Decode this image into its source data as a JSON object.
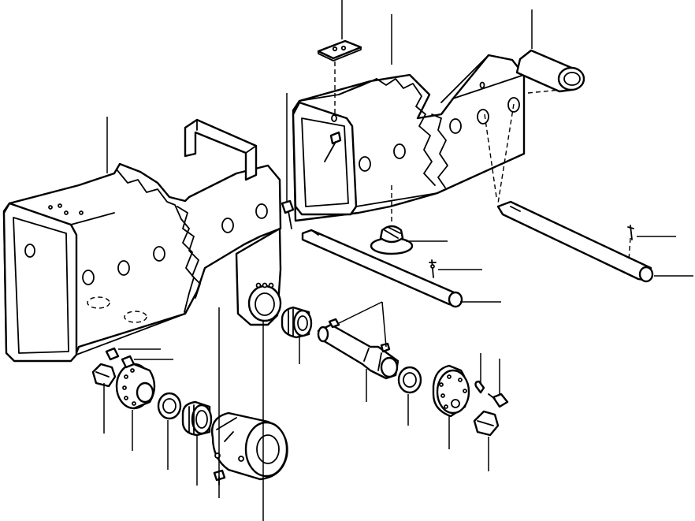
{
  "diagram": {
    "type": "exploded-parts-view",
    "line_color": "#000000",
    "background": "#ffffff",
    "parts": [
      {
        "id": "left-frame"
      },
      {
        "id": "right-frame"
      },
      {
        "id": "carry-handle"
      },
      {
        "id": "shim-plate"
      },
      {
        "id": "bushing-sleeve"
      },
      {
        "id": "long-pin"
      },
      {
        "id": "short-pin"
      },
      {
        "id": "grease-cap"
      },
      {
        "id": "cotter-pin"
      },
      {
        "id": "lock-bolt"
      },
      {
        "id": "needle-bearing-left"
      },
      {
        "id": "needle-bearing-right"
      },
      {
        "id": "thrust-washer-left"
      },
      {
        "id": "thrust-washer-right"
      },
      {
        "id": "flange-hub-left"
      },
      {
        "id": "flange-hub-right"
      },
      {
        "id": "nut-left"
      },
      {
        "id": "nut-right"
      },
      {
        "id": "pivot-shaft"
      },
      {
        "id": "pivot-housing"
      },
      {
        "id": "set-screw"
      }
    ],
    "callouts": 26
  }
}
